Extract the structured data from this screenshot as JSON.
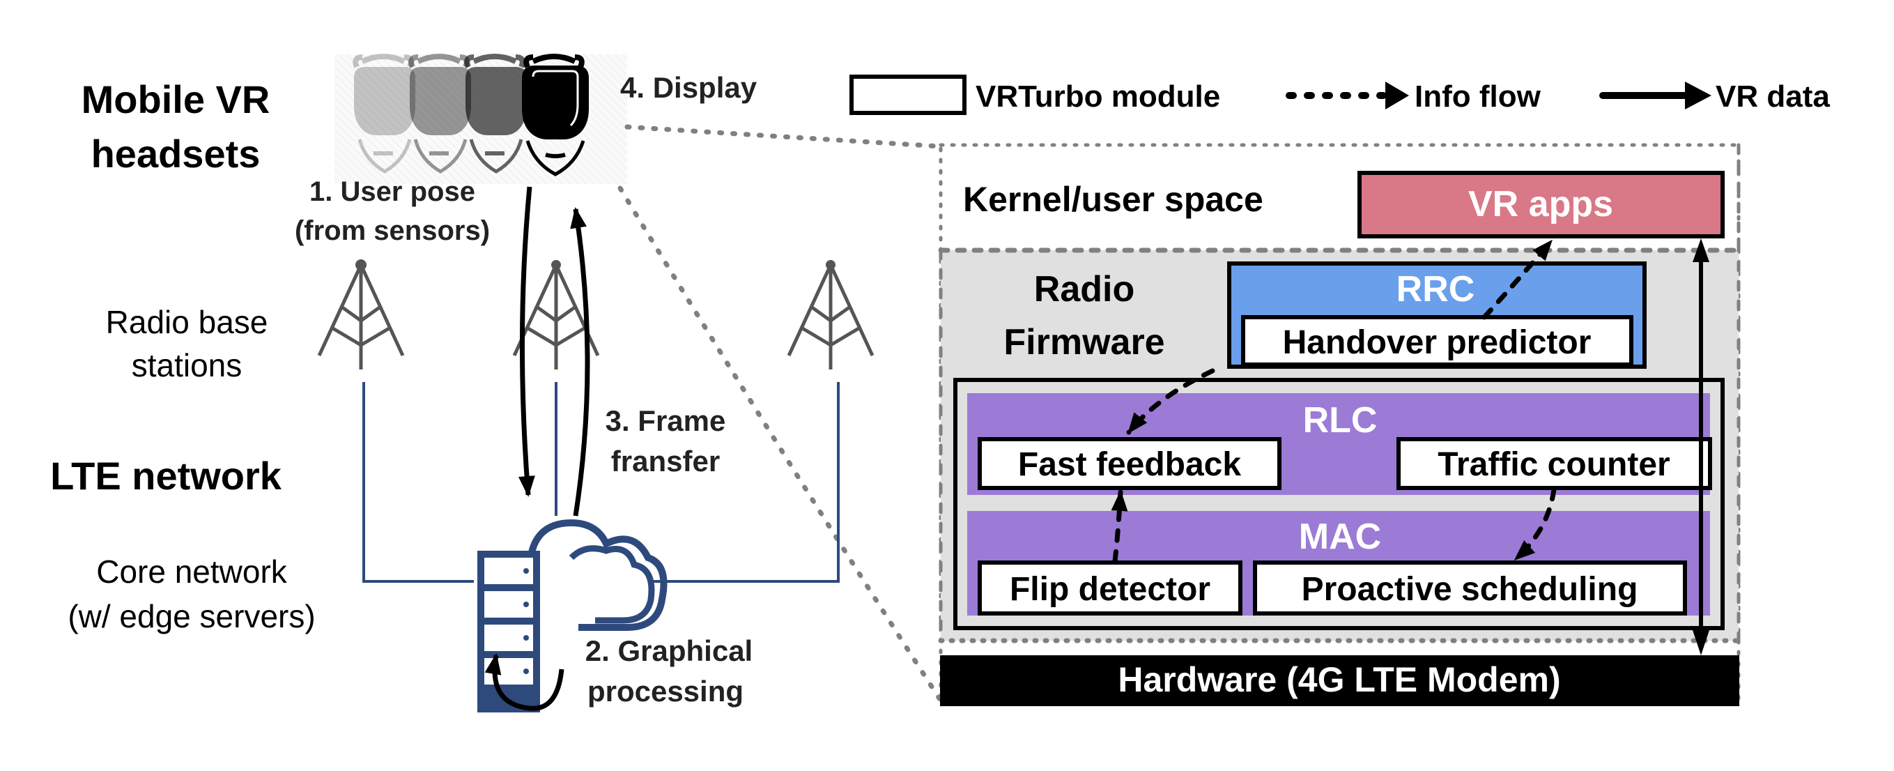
{
  "left": {
    "headsets_label_line1": "Mobile VR",
    "headsets_label_line2": "headsets",
    "step4": "4. Display",
    "step1_line1": "1. User pose",
    "step1_line2": "(from sensors)",
    "base_stations_line1": "Radio base",
    "base_stations_line2": "stations",
    "lte_label": "LTE network",
    "step3_line1": "3. Frame",
    "step3_line2": "fransfer",
    "core_line1": "Core network",
    "core_line2": "(w/ edge servers)",
    "step2_line1": "2. Graphical",
    "step2_line2": "processing"
  },
  "legend": {
    "module": "VRTurbo module",
    "info_flow": "Info flow",
    "vr_data": "VR data"
  },
  "stack": {
    "kernel_label": "Kernel/user space",
    "vr_apps": "VR apps",
    "radio_line1": "Radio",
    "radio_line2": "Firmware",
    "rrc": "RRC",
    "handover": "Handover predictor",
    "rlc": "RLC",
    "fast_feedback": "Fast feedback",
    "traffic_counter": "Traffic counter",
    "mac": "MAC",
    "flip_detector": "Flip detector",
    "proactive": "Proactive scheduling",
    "hardware": "Hardware (4G LTE Modem)"
  },
  "colors": {
    "vr_apps": "#D97886",
    "rrc": "#6A9FEB",
    "rlc_mac": "#9B7BD6",
    "firmware_bg": "#E0E0E0",
    "network_line": "#2E4A7D",
    "dash_gray": "#808080"
  }
}
